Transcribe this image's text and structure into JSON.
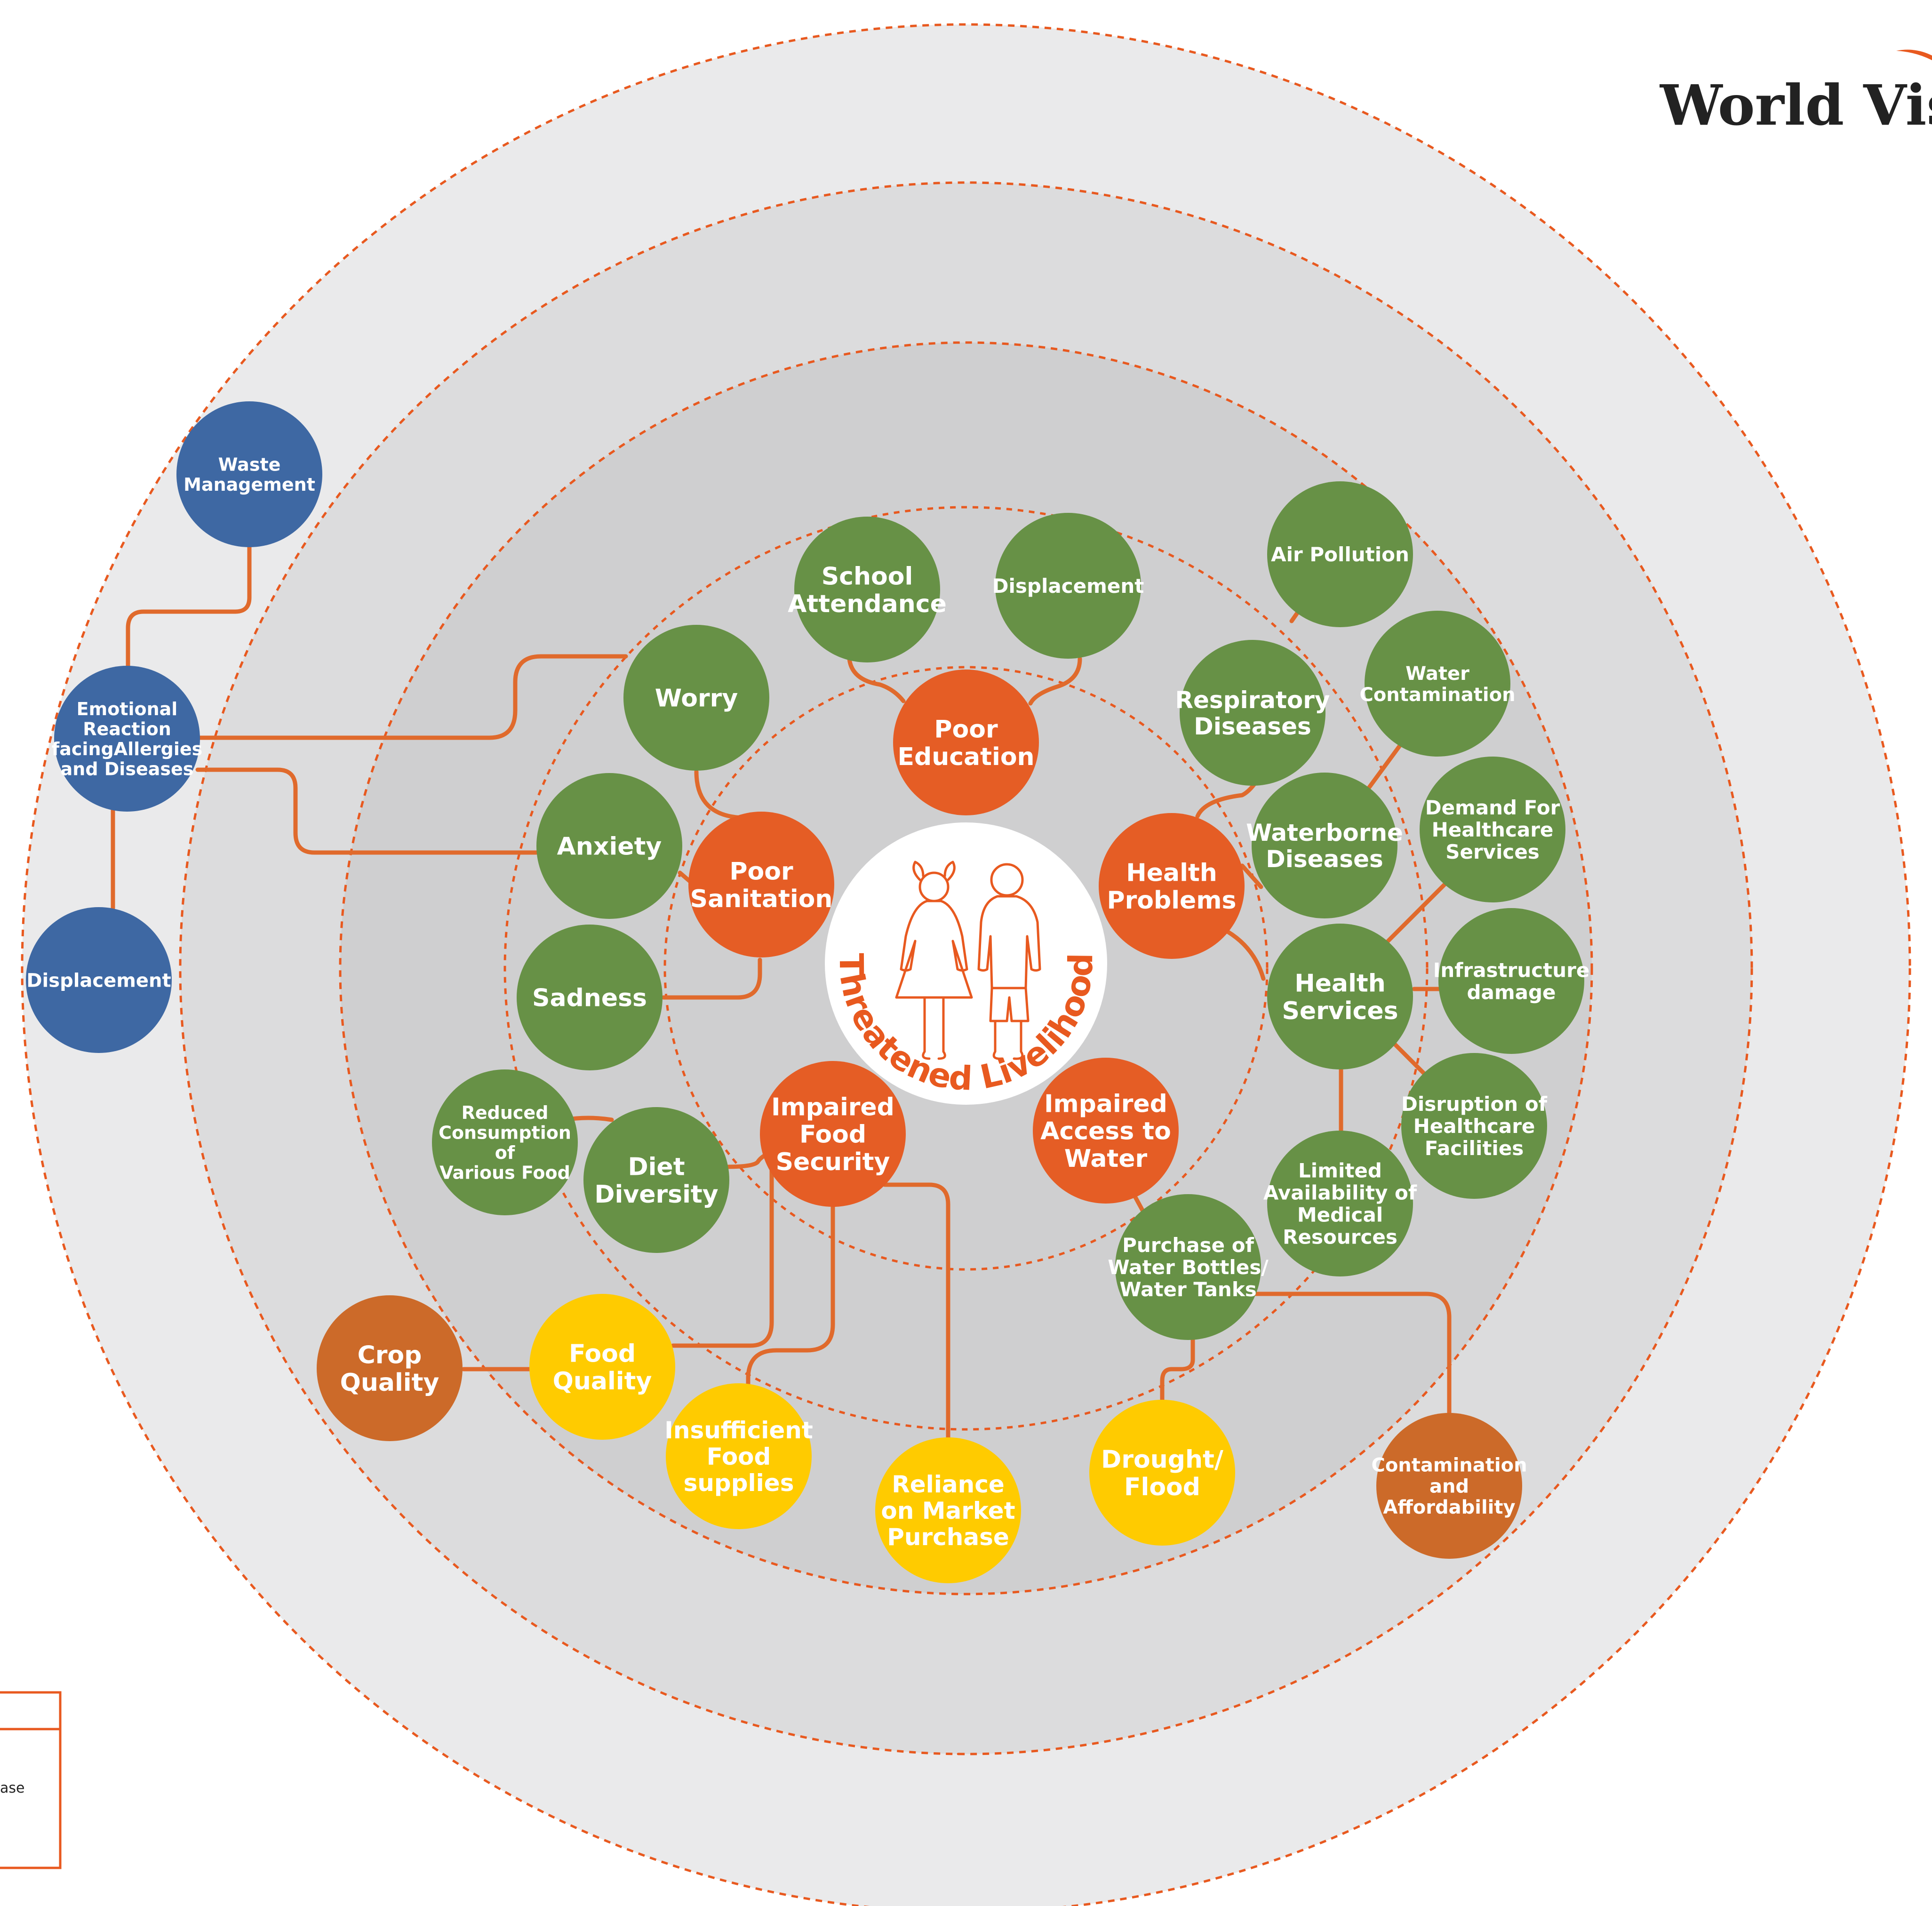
{
  "logo": {
    "text": "World Visio",
    "accent_color": "#e8591f"
  },
  "colors": {
    "accent": "#e8591f",
    "connector": "#e06a2c",
    "green": "#679146",
    "blue": "#3e68a3",
    "orange": "#e55d25",
    "yellow": "#ffcb00",
    "brown": "#cc6a29",
    "ring_outer": "#eaeaeb",
    "ring_middle": "#dcdcdd",
    "ring_inner": "#cfcfd0",
    "center": "#ffffff"
  },
  "center": {
    "label": "Threatened Livelihood"
  },
  "nodes": [
    {
      "id": "waste-management",
      "color": "blue",
      "lines": [
        "Waste",
        "Management"
      ]
    },
    {
      "id": "emotional-reaction",
      "color": "blue",
      "lines": [
        "Emotional",
        "Reaction",
        "facingAllergies",
        "and Diseases"
      ]
    },
    {
      "id": "displacement-outer",
      "color": "blue",
      "lines": [
        "Displacement"
      ]
    },
    {
      "id": "school-attendance",
      "color": "green",
      "lines": [
        "School",
        "Attendance"
      ]
    },
    {
      "id": "displacement-inner",
      "color": "green",
      "lines": [
        "Displacement"
      ]
    },
    {
      "id": "air-pollution",
      "color": "green",
      "lines": [
        "Air Pollution"
      ]
    },
    {
      "id": "water-contamination",
      "color": "green",
      "lines": [
        "Water",
        "Contamination"
      ]
    },
    {
      "id": "respiratory-diseases",
      "color": "green",
      "lines": [
        "Respiratory",
        "Diseases"
      ]
    },
    {
      "id": "demand-healthcare",
      "color": "green",
      "lines": [
        "Demand For",
        "Healthcare",
        "Services"
      ]
    },
    {
      "id": "waterborne-diseases",
      "color": "green",
      "lines": [
        "Waterborne",
        "Diseases"
      ]
    },
    {
      "id": "infrastructure-damage",
      "color": "green",
      "lines": [
        "Infrastructure",
        "damage"
      ]
    },
    {
      "id": "health-services",
      "color": "green",
      "lines": [
        "Health",
        "Services"
      ]
    },
    {
      "id": "disruption-healthcare",
      "color": "green",
      "lines": [
        "Disruption of",
        "Healthcare",
        "Facilities"
      ]
    },
    {
      "id": "limited-medical",
      "color": "green",
      "lines": [
        "Limited",
        "Availability of",
        "Medical",
        "Resources"
      ]
    },
    {
      "id": "purchase-water",
      "color": "green",
      "lines": [
        "Purchase of",
        "Water Bottles/",
        "Water Tanks"
      ]
    },
    {
      "id": "worry",
      "color": "green",
      "lines": [
        "Worry"
      ]
    },
    {
      "id": "anxiety",
      "color": "green",
      "lines": [
        "Anxiety"
      ]
    },
    {
      "id": "sadness",
      "color": "green",
      "lines": [
        "Sadness"
      ]
    },
    {
      "id": "reduced-consumption",
      "color": "green",
      "lines": [
        "Reduced",
        "Consumption",
        "of",
        "Various Food"
      ]
    },
    {
      "id": "diet-diversity",
      "color": "green",
      "lines": [
        "Diet",
        "Diversity"
      ]
    },
    {
      "id": "poor-education",
      "color": "orange",
      "lines": [
        "Poor",
        "Education"
      ]
    },
    {
      "id": "poor-sanitation",
      "color": "orange",
      "lines": [
        "Poor",
        "Sanitation"
      ]
    },
    {
      "id": "health-problems",
      "color": "orange",
      "lines": [
        "Health",
        "Problems"
      ]
    },
    {
      "id": "impaired-food",
      "color": "orange",
      "lines": [
        "Impaired",
        "Food",
        "Security"
      ]
    },
    {
      "id": "impaired-water",
      "color": "orange",
      "lines": [
        "Impaired",
        "Access to",
        "Water"
      ]
    },
    {
      "id": "crop-quality",
      "color": "brown",
      "lines": [
        "Crop",
        "Quality"
      ]
    },
    {
      "id": "contamination-affordability",
      "color": "brown",
      "lines": [
        "Contamination",
        "and",
        "Affordability"
      ]
    },
    {
      "id": "food-quality",
      "color": "yellow",
      "lines": [
        "Food",
        "Quality"
      ]
    },
    {
      "id": "insufficient-food",
      "color": "yellow",
      "lines": [
        "Insufficient",
        "Food",
        "supplies"
      ]
    },
    {
      "id": "reliance-market",
      "color": "yellow",
      "lines": [
        "Reliance",
        "on Market",
        "Purchase"
      ]
    },
    {
      "id": "drought-flood",
      "color": "yellow",
      "lines": [
        "Drought/",
        "Flood"
      ]
    }
  ],
  "legend": {
    "partial_text": "ase"
  }
}
